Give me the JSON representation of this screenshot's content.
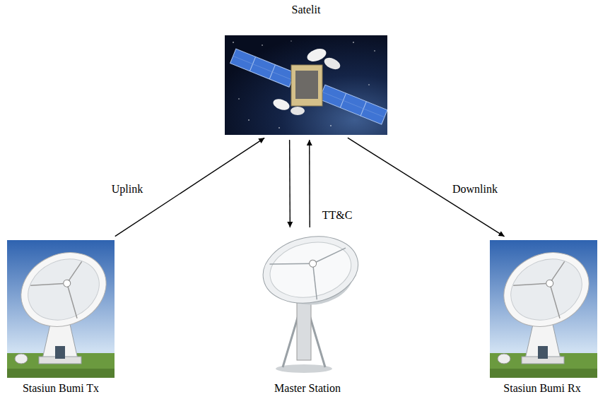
{
  "diagram": {
    "nodes": [
      {
        "text": [
          "Satelit"
        ]
      },
      {
        "text": [
          "Stasiun Bumi Tx"
        ]
      },
      {
        "text": [
          "Master Station"
        ]
      },
      {
        "text": [
          "Stasiun Bumi Rx"
        ]
      }
    ],
    "edges": [
      {
        "from": 1,
        "to": 0,
        "arrow": "to",
        "label": "Uplink"
      },
      {
        "from": 0,
        "to": 2,
        "arrow": "to"
      },
      {
        "from": 2,
        "to": 0,
        "arrow": "to",
        "label": "TT&C"
      },
      {
        "from": 0,
        "to": 3,
        "arrow": "to",
        "label": "Downlink"
      }
    ]
  }
}
